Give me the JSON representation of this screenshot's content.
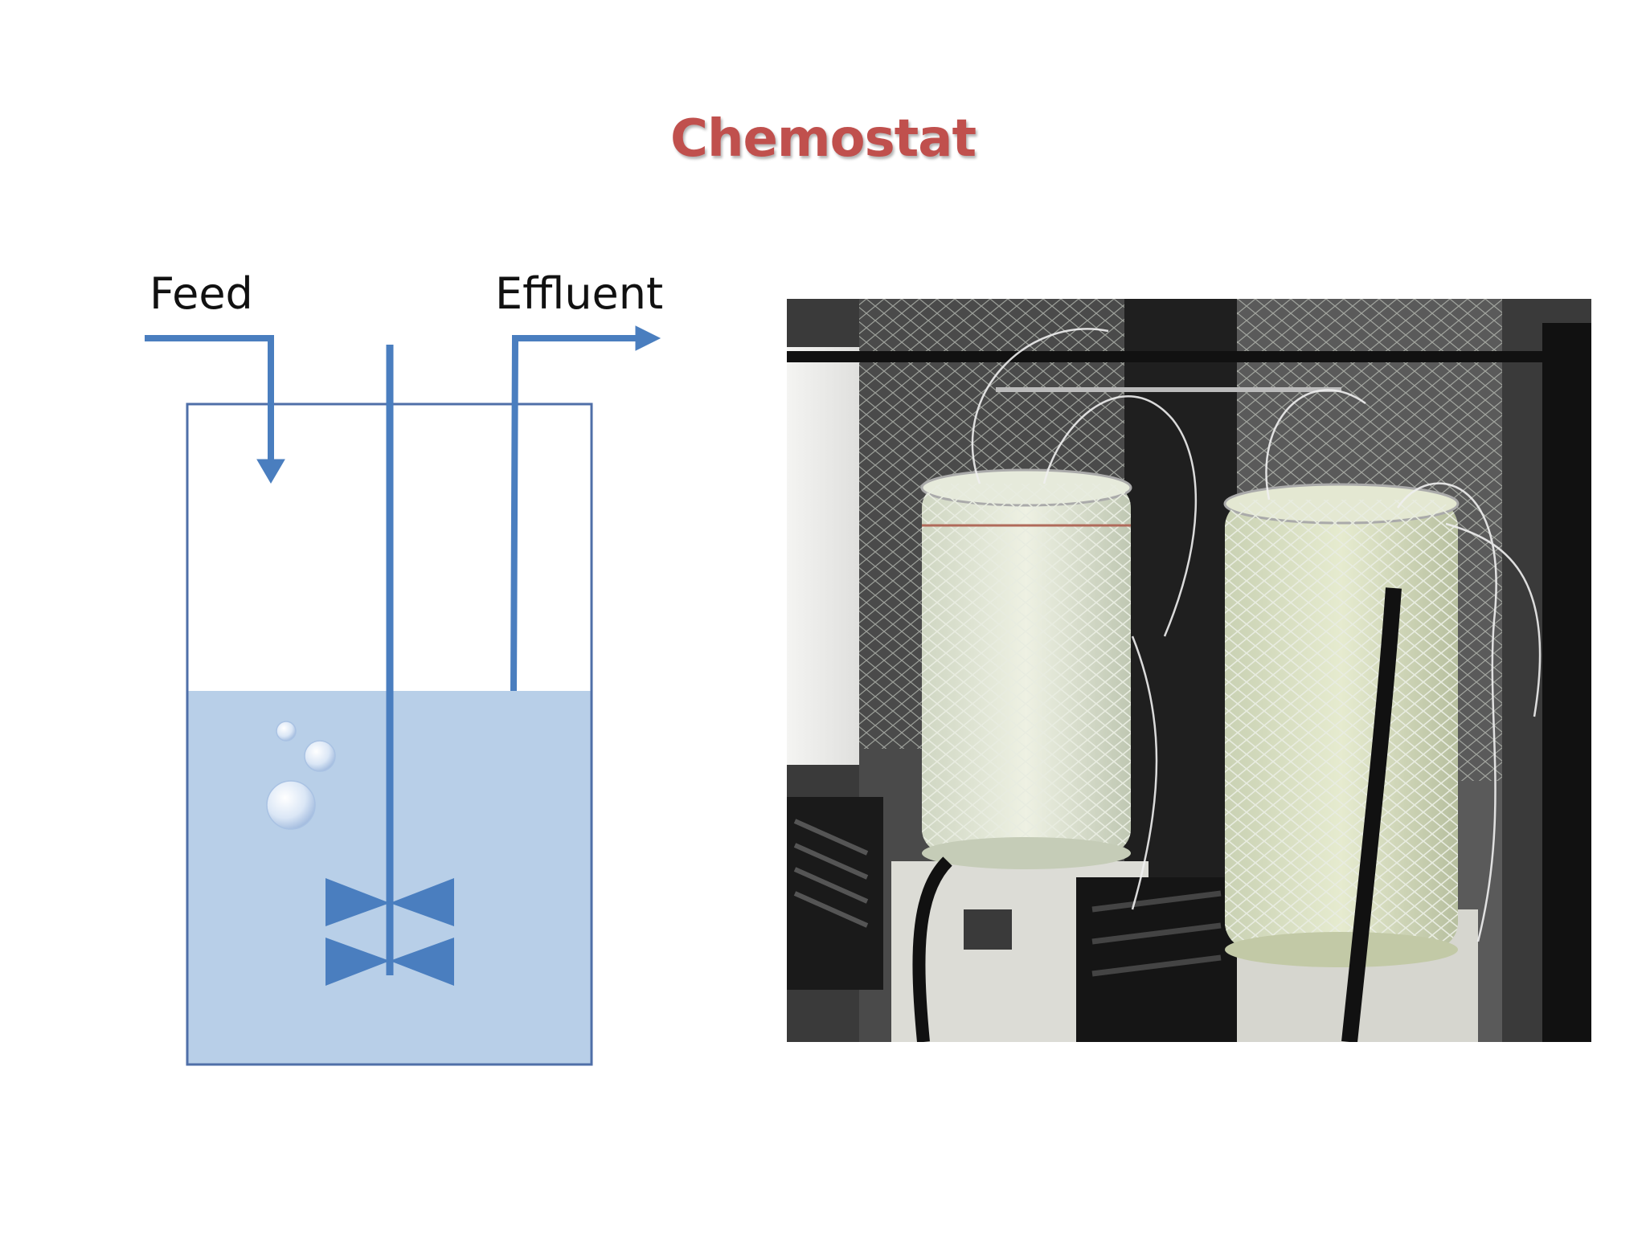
{
  "slide": {
    "title": "Chemostat",
    "title_color": "#c0504d"
  },
  "diagram": {
    "feed_label": "Feed",
    "effluent_label": "Effluent",
    "line_color": "#4a7ebf",
    "liquid_color": "#b8cfe8",
    "vessel_color": "#4f6fa8"
  },
  "photo": {
    "subject": "two-glass-chemostat-vessels-in-mesh-with-tubing"
  }
}
